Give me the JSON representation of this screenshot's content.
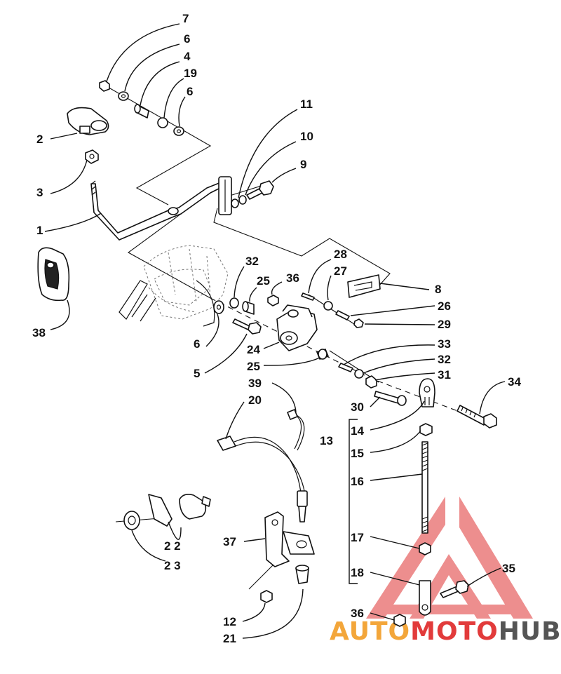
{
  "watermark": {
    "text_part1": "AUTO",
    "text_part2": "MOTO",
    "text_part3": "HUB",
    "color_orange": "#f3a63a",
    "color_red": "#e23b3b",
    "color_gray": "#555555"
  },
  "callouts": {
    "c7": "7",
    "c6a": "6",
    "c4": "4",
    "c19": "19",
    "c6b": "6",
    "c11": "11",
    "c10": "10",
    "c9": "9",
    "c2": "2",
    "c3": "3",
    "c1": "1",
    "c38": "38",
    "c28": "28",
    "c27": "27",
    "c8": "8",
    "c26": "26",
    "c29": "29",
    "c32a": "32",
    "c25a": "25",
    "c36a": "36",
    "c6c": "6",
    "c5": "5",
    "c24": "24",
    "c25b": "25",
    "c33": "33",
    "c32b": "32",
    "c31": "31",
    "c39": "39",
    "c20": "20",
    "c30": "30",
    "c34": "34",
    "c13": "13",
    "c14": "14",
    "c15": "15",
    "c16": "16",
    "c17": "17",
    "c18": "18",
    "c35": "35",
    "c36b": "36",
    "c22": "2 2",
    "c23": "2 3",
    "c37": "37",
    "c12": "12",
    "c21": "21"
  }
}
